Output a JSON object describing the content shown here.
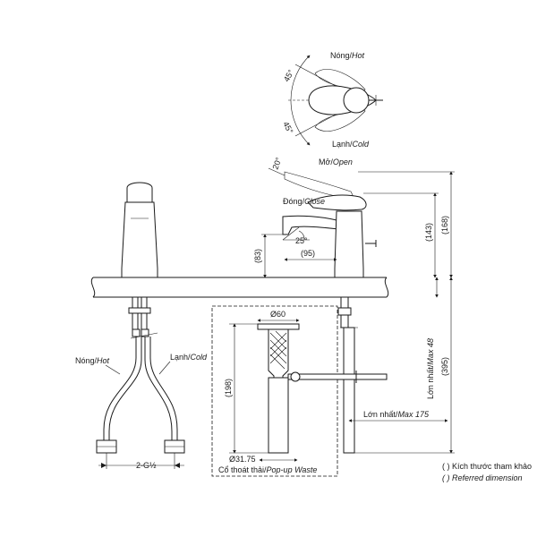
{
  "top_view": {
    "hot_vi": "Nóng/",
    "hot_en": "Hot",
    "cold_vi": "Lạnh/",
    "cold_en": "Cold",
    "angle_hot": "45°",
    "angle_cold": "45°"
  },
  "side_view": {
    "open_vi": "Mở/",
    "open_en": "Open",
    "close_vi": "Đóng/",
    "close_en": "Close",
    "angle_open": "20°",
    "angle_spout": "25°",
    "dim_spout_height": "(83)",
    "dim_reach": "(95)",
    "dim_body_height": "(143)",
    "dim_total_height": "(168)",
    "dim_overall": "(395)",
    "max_thickness_vi": "Lớn nhất/",
    "max_thickness_en": "Max 48",
    "max_lever_vi": "Lớn nhất/",
    "max_lever_en": "Max 175"
  },
  "front_view": {
    "hot_vi": "Nóng/",
    "hot_en": "Hot",
    "cold_vi": "Lạnh/",
    "cold_en": "Cold",
    "dim_thread": "2-G½"
  },
  "waste": {
    "dim_top": "Ø60",
    "dim_height": "(198)",
    "dim_bottom": "Ø31.75",
    "label_vi": "Cổ thoát thải/",
    "label_en": "Pop-up Waste"
  },
  "legend": {
    "line1": "( ) Kích thước tham khảo",
    "line2": "( ) Referred dimension"
  }
}
